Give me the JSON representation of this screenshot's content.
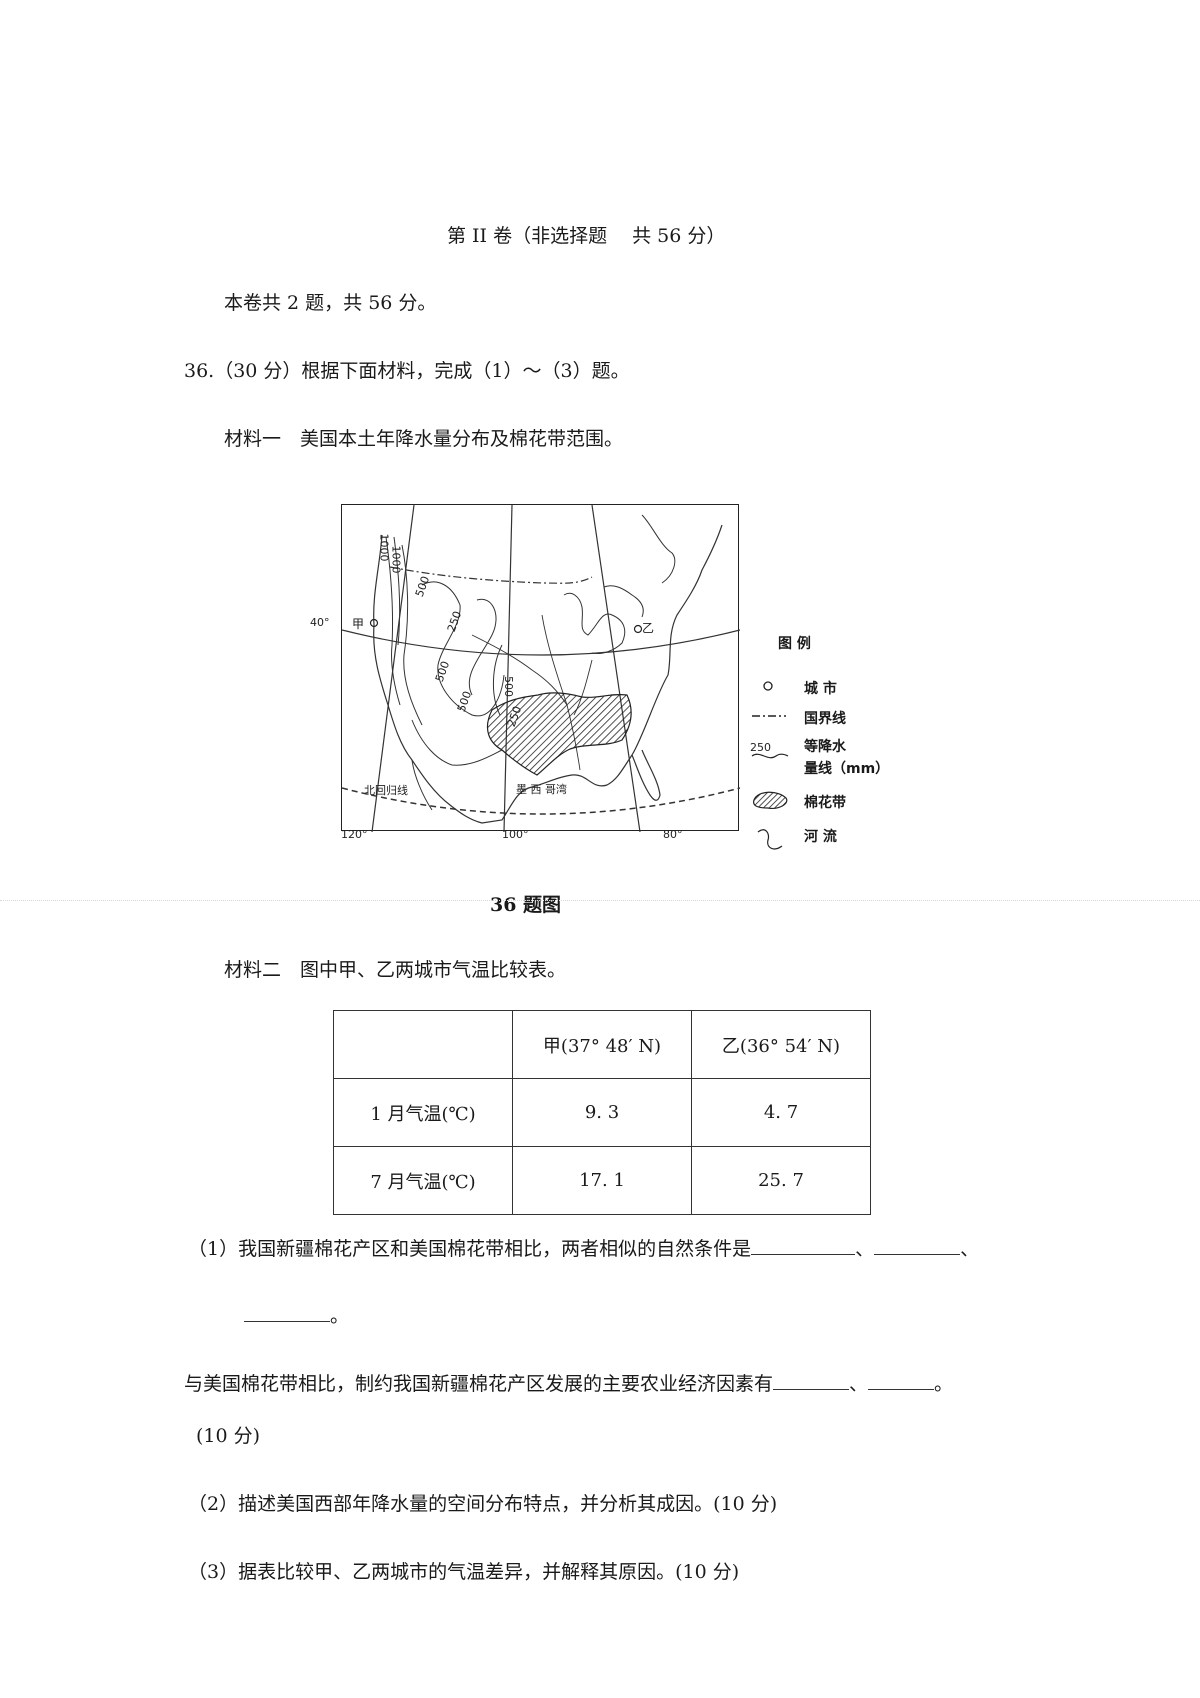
{
  "section_title": "第 II 卷（非选择题　 共 56 分）",
  "intro": "本卷共 2 题，共 56 分。",
  "question": "36.（30 分）根据下面材料，完成（1）～（3）题。",
  "material1": "材料一　美国本土年降水量分布及棉花带范围。",
  "map": {
    "isohyets": [
      "1000",
      "1000",
      "500",
      "250",
      "500",
      "500",
      "500",
      "250"
    ],
    "city_jia": "甲",
    "city_yi": "乙",
    "lat_label": "40°",
    "tropic_label": "北回归线",
    "gulf_label": "墨 西 哥湾",
    "lon_labels": [
      "120°",
      "100°",
      "80°"
    ],
    "legend": {
      "title": "图 例",
      "items": [
        "城 市",
        "国界线",
        "等降水",
        "量线（mm）",
        "棉花带",
        "河 流"
      ],
      "sample_value": "250"
    },
    "caption": "36 题图"
  },
  "material2": "材料二　图中甲、乙两城市气温比较表。",
  "table": {
    "headers": [
      "",
      "甲(37° 48′ N)",
      "乙(36° 54′ N)"
    ],
    "rows": [
      [
        "1 月气温(℃)",
        "9. 3",
        "4. 7"
      ],
      [
        "7 月气温(℃)",
        "17. 1",
        "25. 7"
      ]
    ]
  },
  "q1_line1": "（1）我国新疆棉花产区和美国棉花带相比，两者相似的自然条件是",
  "q1_sep": "、",
  "q1_end": "。",
  "q1_line3": "与美国棉花带相比，制约我国新疆棉花产区发展的主要农业经济因素有",
  "q1_score": "(10 分)",
  "q2": "（2）描述美国西部年降水量的空间分布特点，并分析其成因。(10 分)",
  "q3": "（3）据表比较甲、乙两城市的气温差异，并解释其原因。(10 分)"
}
